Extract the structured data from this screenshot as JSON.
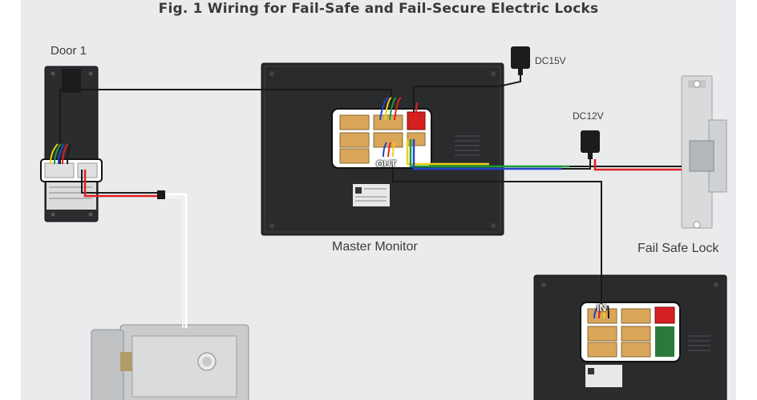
{
  "title": "Fig. 1 Wiring for Fail-Safe and Fail-Secure Electric Locks",
  "labels": {
    "door": "Door 1",
    "master_monitor": "Master Monitor",
    "fail_safe_lock": "Fail Safe Lock",
    "psu_monitor": "DC15V",
    "psu_lock": "DC12V",
    "out_port": "OUT",
    "in_port": "IN"
  },
  "colors": {
    "background": "#e9ebed",
    "monitor": "#2a2b2d",
    "wire_black": "#1a1a1a",
    "wire_red": "#e02020",
    "wire_blue": "#2244cc",
    "wire_yellow": "#e8d21a",
    "wire_green": "#1f9a3a",
    "connector": "#d9a65a"
  }
}
